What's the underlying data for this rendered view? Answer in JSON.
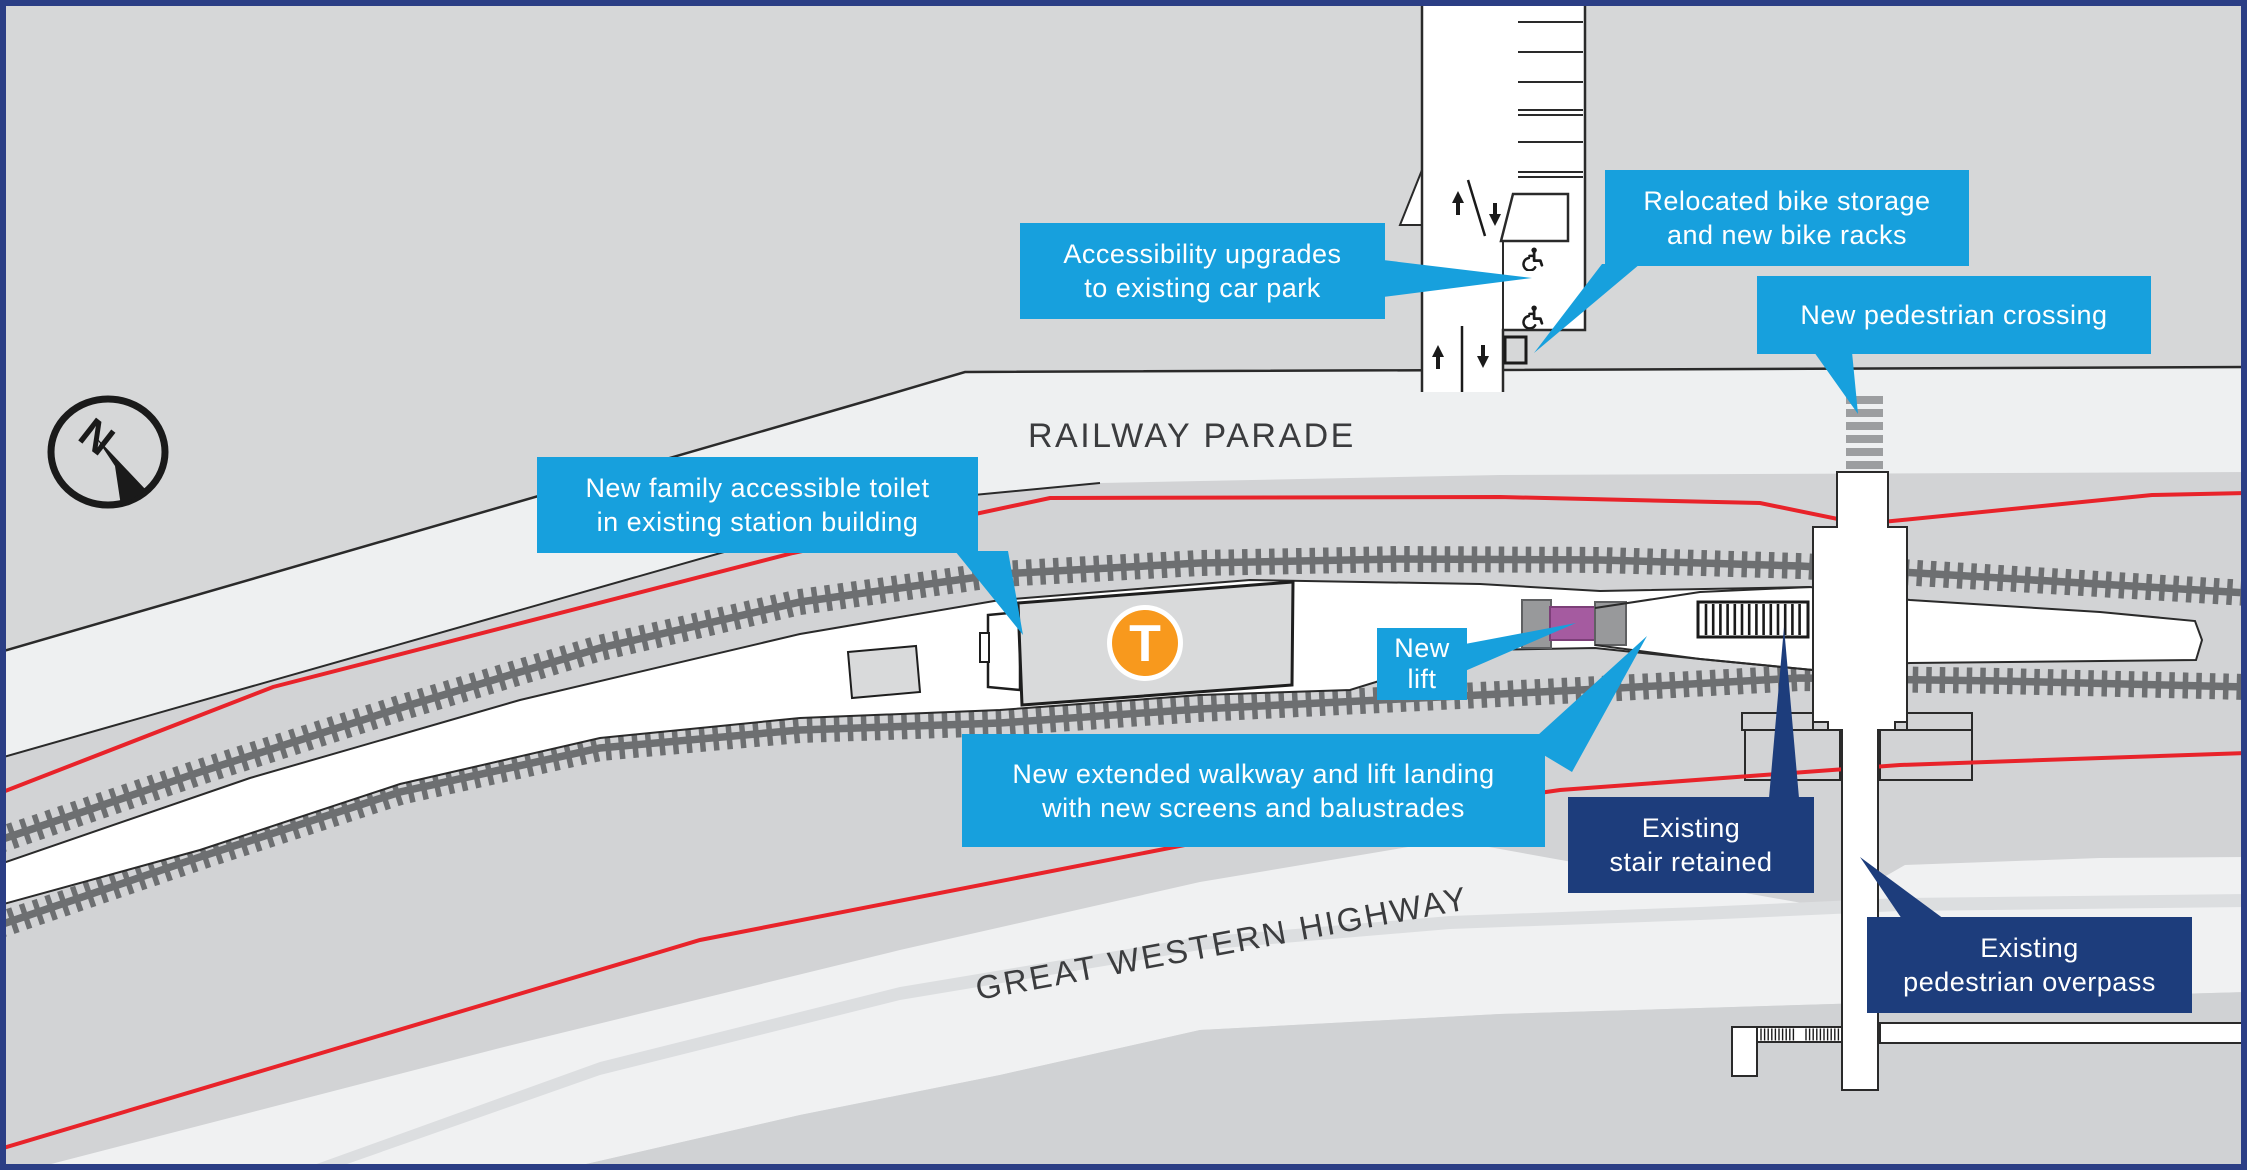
{
  "roads": {
    "railway_parade": "RAILWAY PARADE",
    "great_western_highway": "GREAT WESTERN HIGHWAY"
  },
  "station": {
    "logo_letter": "T"
  },
  "compass": {
    "letter": "N"
  },
  "callouts": {
    "accessibility_upgrades": {
      "line1": "Accessibility upgrades",
      "line2": "to existing car park",
      "category": "new"
    },
    "bike_storage": {
      "line1": "Relocated bike storage",
      "line2": "and new bike racks",
      "category": "new"
    },
    "pedestrian_crossing": {
      "line1": "New pedestrian crossing",
      "line2": "",
      "category": "new"
    },
    "family_toilet": {
      "line1": "New family accessible toilet",
      "line2": "in existing station building",
      "category": "new"
    },
    "new_lift": {
      "line1": "New",
      "line2": "lift",
      "category": "new"
    },
    "extended_walkway": {
      "line1": "New extended walkway and lift landing",
      "line2": "with new screens and balustrades",
      "category": "new"
    },
    "existing_stair": {
      "line1": "Existing",
      "line2": "stair retained",
      "category": "existing"
    },
    "existing_overpass": {
      "line1": "Existing",
      "line2": "pedestrian overpass",
      "category": "existing"
    }
  },
  "colors": {
    "new_callout_cyan": "#17a0dd",
    "existing_callout_navy": "#1d3d7c",
    "rail_boundary_red": "#e8232a",
    "station_logo_orange": "#f8991d",
    "lift_purple": "#a55ba0",
    "frame_navy": "#2b3e85",
    "track_grey": "#6d6f71"
  }
}
